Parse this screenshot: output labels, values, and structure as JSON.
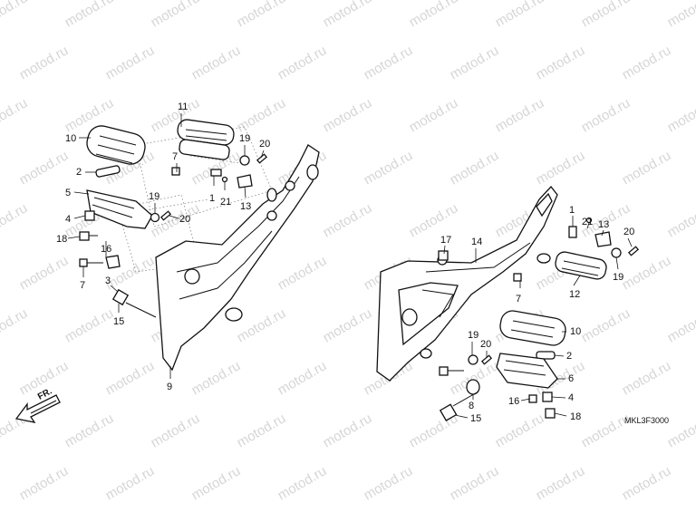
{
  "watermark": "motod.ru",
  "direction_label": "FR.",
  "diagram_code": "MKL3F3000",
  "callouts": {
    "left": [
      "10",
      "11",
      "19",
      "20",
      "2",
      "7",
      "5",
      "19",
      "1",
      "21",
      "13",
      "4",
      "20",
      "18",
      "16",
      "7",
      "3",
      "15",
      "9"
    ],
    "right": [
      "17",
      "14",
      "1",
      "21",
      "13",
      "20",
      "7",
      "19",
      "12",
      "10",
      "19",
      "20",
      "2",
      "6",
      "16",
      "4",
      "8",
      "15",
      "18"
    ]
  }
}
